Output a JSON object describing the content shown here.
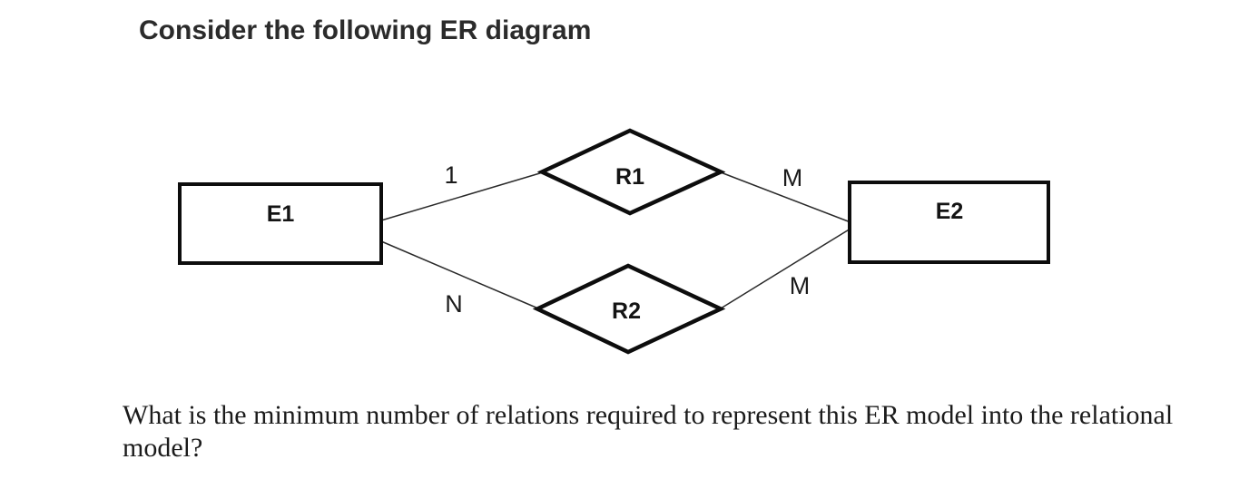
{
  "title": "Consider the following ER diagram",
  "diagram": {
    "entities": [
      {
        "label": "E1"
      },
      {
        "label": "E2"
      }
    ],
    "relationships": [
      {
        "label": "R1"
      },
      {
        "label": "R2"
      }
    ],
    "cardinalities": [
      {
        "edge": "E1-R1",
        "label": "1"
      },
      {
        "edge": "R1-E2",
        "label": "M"
      },
      {
        "edge": "E1-R2",
        "label": "N"
      },
      {
        "edge": "R2-E2",
        "label": "M"
      }
    ]
  },
  "question": "What is the minimum number of relations required to represent this ER model into the relational model?",
  "colors": {
    "background": "#ffffff",
    "shape_border": "#0d0d0d",
    "connector_line": "#2a2a2a",
    "title_text": "#2b2b2b",
    "body_text": "#1b1b1b"
  }
}
